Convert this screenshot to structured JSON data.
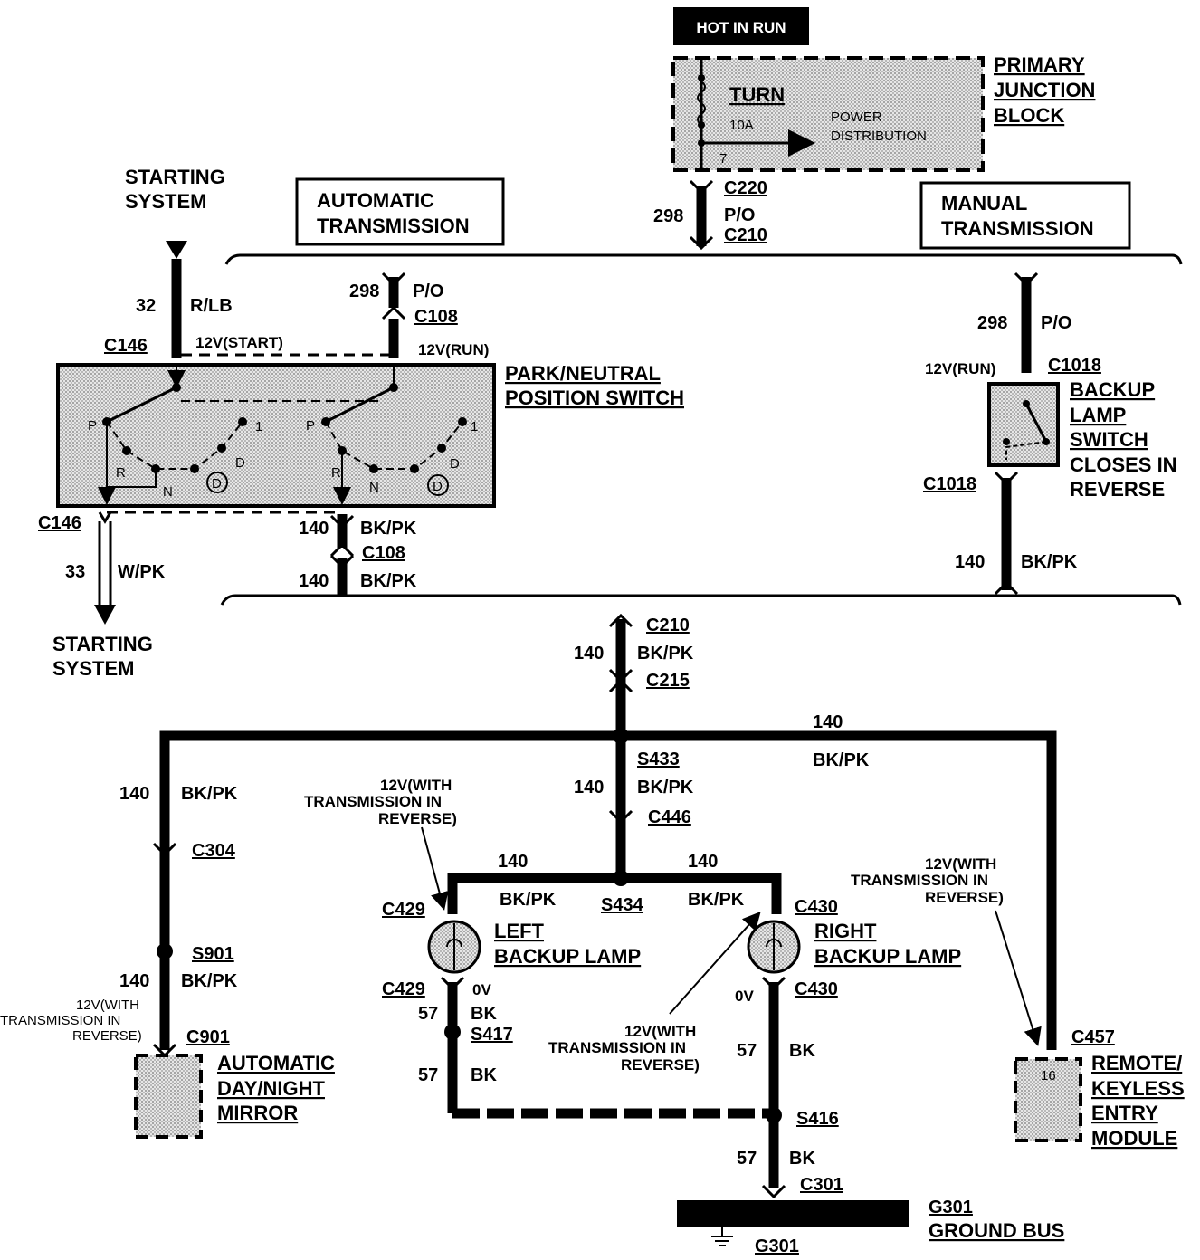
{
  "header": {
    "hot_in_run": "HOT IN RUN"
  },
  "pjb": {
    "title_l1": "PRIMARY",
    "title_l2": "JUNCTION",
    "title_l3": "BLOCK",
    "fuse_name": "TURN",
    "fuse_amp": "10A",
    "pin": "7",
    "power_l1": "POWER",
    "power_l2": "DISTRIBUTION"
  },
  "labels": {
    "starting_top_l1": "STARTING",
    "starting_top_l2": "SYSTEM",
    "auto_trans_l1": "AUTOMATIC",
    "auto_trans_l2": "TRANSMISSION",
    "manual_trans_l1": "MANUAL",
    "manual_trans_l2": "TRANSMISSION",
    "starting_bot_l1": "STARTING",
    "starting_bot_l2": "SYSTEM",
    "pn_switch_l1": "PARK/NEUTRAL",
    "pn_switch_l2": "POSITION SWITCH",
    "backup_sw_l1": "BACKUP",
    "backup_sw_l2": "LAMP",
    "backup_sw_l3": "SWITCH",
    "backup_sw_l4": "CLOSES IN",
    "backup_sw_l5": "REVERSE",
    "left_lamp_l1": "LEFT",
    "left_lamp_l2": "BACKUP LAMP",
    "right_lamp_l1": "RIGHT",
    "right_lamp_l2": "BACKUP LAMP",
    "mirror_l1": "AUTOMATIC",
    "mirror_l2": "DAY/NIGHT",
    "mirror_l3": "MIRROR",
    "rke_l1": "REMOTE/",
    "rke_l2": "KEYLESS",
    "rke_l3": "ENTRY",
    "rke_l4": "MODULE",
    "rke_pin": "16",
    "ground_bus_l1": "G301",
    "ground_bus_l2": "GROUND BUS",
    "ground": "G301"
  },
  "connectors": {
    "c220": "C220",
    "c210": "C210",
    "c146": "C146",
    "c108": "C108",
    "c1018": "C1018",
    "c215": "C215",
    "c446": "C446",
    "c304": "C304",
    "c901": "C901",
    "c429": "C429",
    "c430": "C430",
    "c457": "C457",
    "c301": "C301",
    "s433": "S433",
    "s434": "S434",
    "s901": "S901",
    "s417": "S417",
    "s416": "S416"
  },
  "wires": {
    "c298": "298",
    "po": "P/O",
    "c32": "32",
    "rlb": "R/LB",
    "c33": "33",
    "wpk": "W/PK",
    "c140": "140",
    "bkpk": "BK/PK",
    "c57": "57",
    "bk": "BK"
  },
  "voltages": {
    "v12start": "12V(START)",
    "v12run": "12V(RUN)",
    "v12rev_l1": "12V(WITH",
    "v12rev_l2": "TRANSMISSION IN",
    "v12rev_l3": "REVERSE)",
    "v0": "0V"
  },
  "switch_positions": {
    "p": "P",
    "r": "R",
    "n": "N",
    "d": "D",
    "one": "1",
    "od": "D"
  },
  "colors": {
    "wire": "#000000",
    "shade": "#cfcfcf",
    "header_bg": "#000000",
    "header_fg": "#ffffff"
  }
}
